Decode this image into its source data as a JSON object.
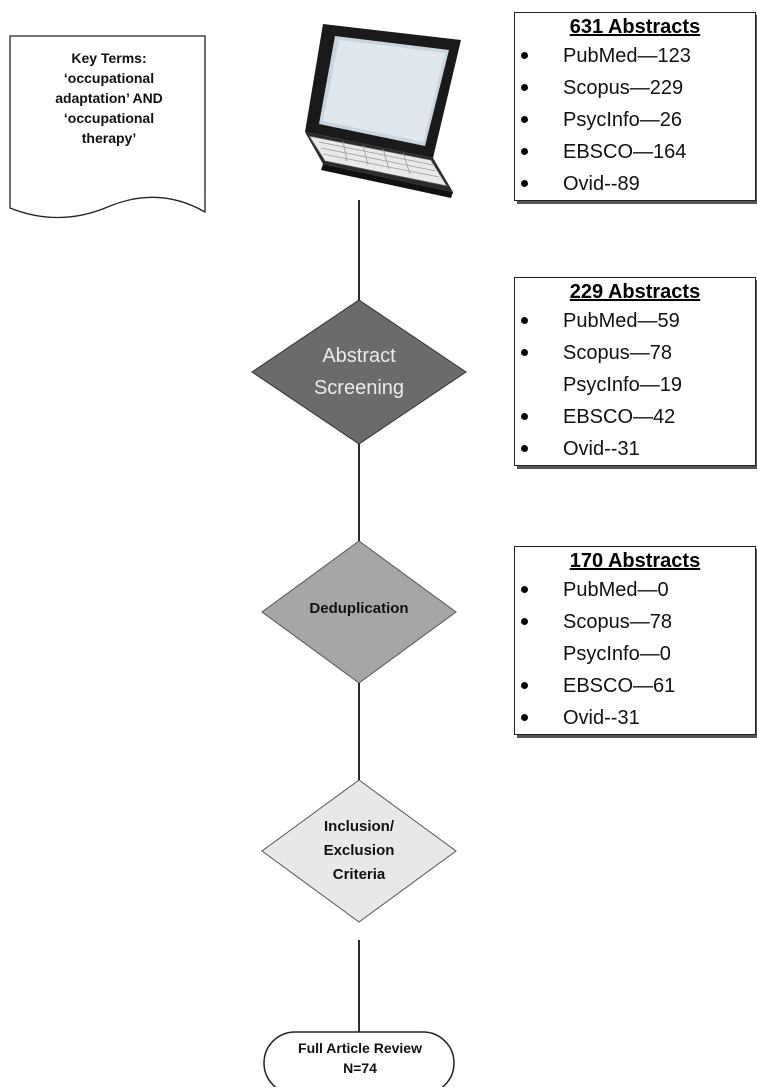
{
  "key_terms": {
    "lines": [
      "Key Terms:",
      "‘occupational",
      "adaptation’ AND",
      "‘occupational",
      "therapy’"
    ]
  },
  "laptop": {
    "icon": "laptop-icon"
  },
  "boxes": [
    {
      "title": "631 Abstracts",
      "items": [
        {
          "text": "PubMed—123",
          "bullet": true
        },
        {
          "text": "Scopus—229",
          "bullet": true
        },
        {
          "text": "PsycInfo—26",
          "bullet": true
        },
        {
          "text": "EBSCO—164",
          "bullet": true
        },
        {
          "text": "Ovid--89",
          "bullet": true
        }
      ]
    },
    {
      "title": "229 Abstracts",
      "items": [
        {
          "text": "PubMed—59",
          "bullet": true
        },
        {
          "text": "Scopus—78",
          "bullet": true
        },
        {
          "text": "PsycInfo—19",
          "bullet": false
        },
        {
          "text": "EBSCO—42",
          "bullet": true
        },
        {
          "text": "Ovid--31",
          "bullet": true
        }
      ]
    },
    {
      "title": "170 Abstracts",
      "items": [
        {
          "text": "PubMed—0",
          "bullet": true
        },
        {
          "text": "Scopus—78",
          "bullet": true
        },
        {
          "text": "PsycInfo—0",
          "bullet": false
        },
        {
          "text": "EBSCO—61",
          "bullet": true
        },
        {
          "text": "Ovid--31",
          "bullet": true
        }
      ]
    }
  ],
  "steps": {
    "abstract_screening": {
      "line1": "Abstract",
      "line2": "Screening",
      "fill": "#6b6b6b"
    },
    "deduplication": {
      "label": "Deduplication",
      "fill": "#a6a6a6"
    },
    "inclusion": {
      "line1": "Inclusion/",
      "line2": "Exclusion",
      "line3": "Criteria",
      "fill": "#e8e8e8"
    }
  },
  "terminal": {
    "line1": "Full Article Review",
    "line2": "N=74"
  }
}
